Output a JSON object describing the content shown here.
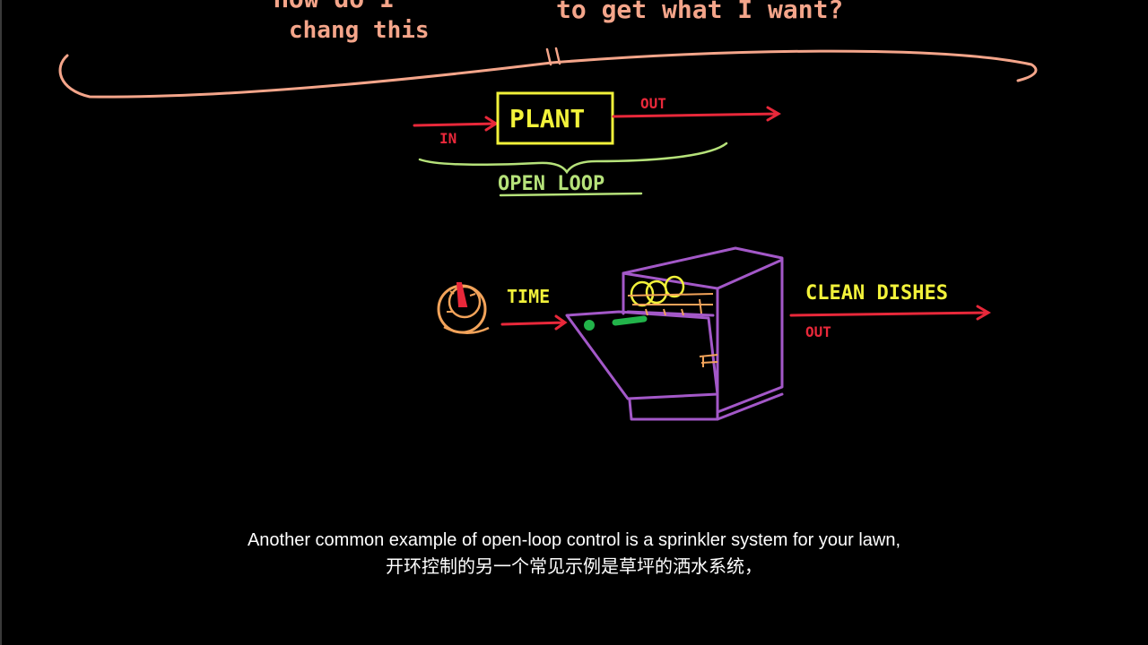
{
  "whiteboard": {
    "top_text_left_1": "How do I",
    "top_text_left_2": "chang this",
    "top_text_right": "to get what I want?",
    "plant_label": "PLANT",
    "in_label": "IN",
    "out_label": "OUT",
    "open_loop_label": "OPEN LOOP",
    "time_label": "TIME",
    "clean_dishes_label": "CLEAN DISHES",
    "out_label_2": "OUT"
  },
  "colors": {
    "background": "#000000",
    "salmon": "#f4a58a",
    "red": "#e8283a",
    "yellow": "#f2f23a",
    "green": "#b6e27a",
    "purple": "#a358c8",
    "orange": "#f2a35a",
    "bright_green": "#22b34a"
  },
  "subtitles": {
    "english": "Another common example of open-loop control is a sprinkler system for your lawn,",
    "chinese": "开环控制的另一个常见示例是草坪的洒水系统，"
  }
}
